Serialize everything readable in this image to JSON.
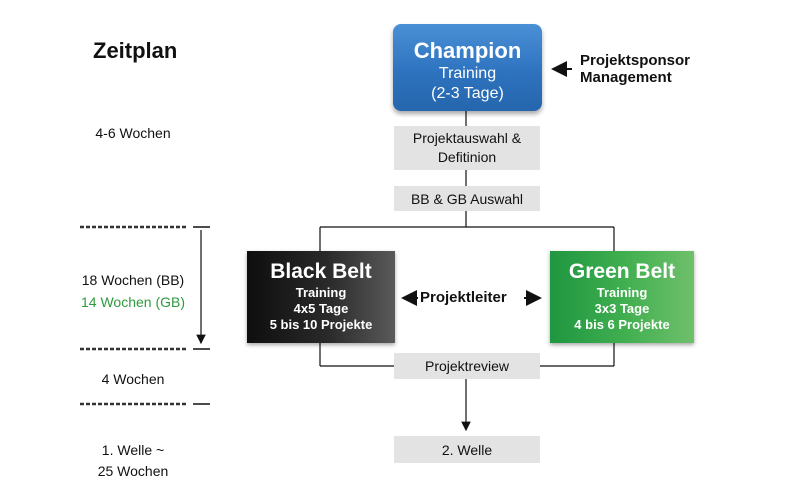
{
  "timeline": {
    "title": "Zeitplan",
    "phase1": "4-6 Wochen",
    "phase2_bb": "18 Wochen (BB)",
    "phase2_gb": "14 Wochen (GB)",
    "phase3": "4 Wochen",
    "phase4_line1": "1. Welle ~",
    "phase4_line2": "25 Wochen"
  },
  "champion": {
    "title": "Champion",
    "line1": "Training",
    "line2": "(2-3 Tage)"
  },
  "sponsor": {
    "line1": "Projektsponsor",
    "line2": "Management"
  },
  "steps": {
    "projektauswahl_line1": "Projektauswahl &",
    "projektauswahl_line2": "Defitinion",
    "bb_gb_auswahl": "BB & GB Auswahl",
    "projektreview": "Projektreview",
    "welle2": "2. Welle"
  },
  "black_belt": {
    "title": "Black Belt",
    "line1": "Training",
    "line2": "4x5 Tage",
    "line3": "5 bis 10 Projekte"
  },
  "green_belt": {
    "title": "Green Belt",
    "line1": "Training",
    "line2": "3x3 Tage",
    "line3": "4 bis 6 Projekte"
  },
  "projektleiter": "Projektleiter",
  "colors": {
    "champion_blue": "#2e73bf",
    "green_belt": "#3fae4f",
    "black_belt": "#1a1a1a",
    "gray_box": "#e3e3e3",
    "gb_text": "#2e9a3f"
  }
}
